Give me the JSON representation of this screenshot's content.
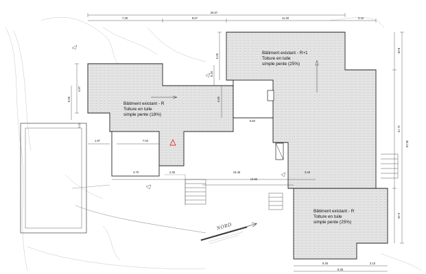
{
  "roof_labels": {
    "r_plus_1": [
      "Bâtiment existant - R+1",
      "Toiture en tuile",
      "simple pente (25%)"
    ],
    "r_left": [
      "Bâtiment existant - R",
      "Toiture en tuile",
      "simple pente (18%)"
    ],
    "r_bottom": [
      "Bâtiment existant - R",
      "Toiture en tuile",
      "simple pente (25%)"
    ]
  },
  "compass": {
    "label": "NORD"
  },
  "dimensions": {
    "top_total": "28.07",
    "top_a": "7.39",
    "top_b": "8.57",
    "top_c": "11.30",
    "top_d": "3.10",
    "right_total": "30.19",
    "right_upper": "8.05",
    "right_middle": "11.73",
    "right_lower": "5.40",
    "left_upper": "4.97",
    "left_mid": "9.95",
    "left_small": "1.11",
    "center_a": "5.05",
    "center_b": "8.45",
    "center_c": "5.80",
    "center_d": "5.82",
    "pool_side": "1.97",
    "mid_702": "7.02",
    "b_470": "4.70",
    "b_235": "2.35",
    "b_1646": "16.46",
    "b_1352": "13.52",
    "b_345": "3.45",
    "bot_630": "6.30",
    "bot_310": "3.10",
    "bot_total": "9.35"
  },
  "colors": {
    "roof_fill": "#e9e9e9",
    "outline": "#222222",
    "warning": "#e03030"
  }
}
